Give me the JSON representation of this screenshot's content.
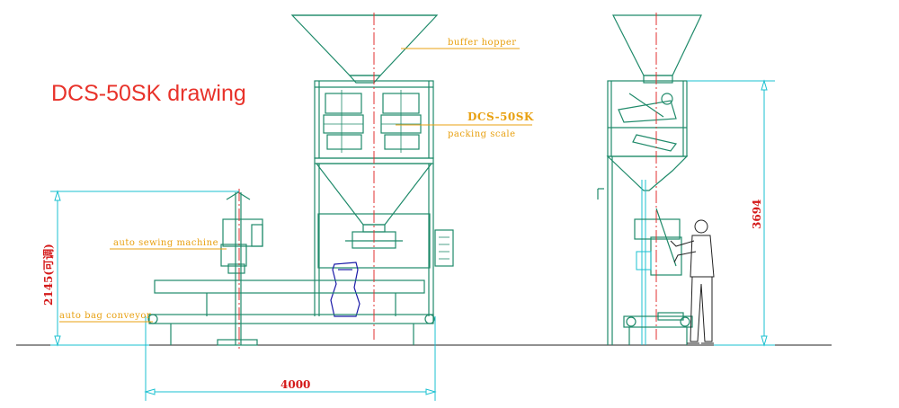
{
  "title": "DCS-50SK drawing",
  "labels": {
    "buffer_hopper": "buffer hopper",
    "model": "DCS-50SK",
    "packing_scale": "packing scale",
    "auto_sewing_machine": "auto sewing machine",
    "auto_bag_conveyor": "auto bag conveyor"
  },
  "dimensions": {
    "length": "4000",
    "height_left": "2145(可调)",
    "height_right": "3694"
  },
  "colors": {
    "title": "#e8322a",
    "annotation": "#e8a010",
    "machine": "#1f8a6a",
    "dimension": "#19c0d0",
    "centerline": "#e03030"
  }
}
